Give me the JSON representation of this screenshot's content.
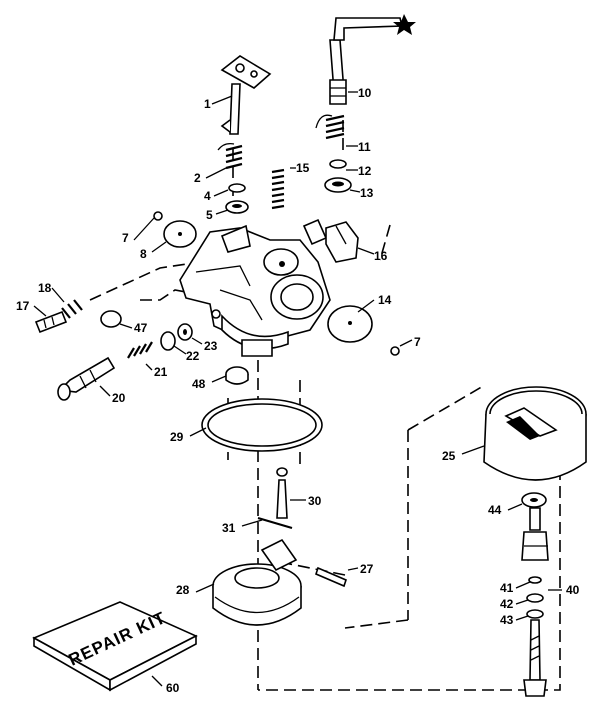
{
  "diagram": {
    "callouts": [
      "1",
      "2",
      "4",
      "5",
      "7",
      "8",
      "10",
      "11",
      "12",
      "13",
      "15",
      "16",
      "14",
      "7",
      "17",
      "18",
      "47",
      "22",
      "23",
      "21",
      "20",
      "48",
      "29",
      "30",
      "31",
      "27",
      "28",
      "25",
      "44",
      "41",
      "42",
      "43",
      "40",
      "60"
    ],
    "repair_kit_label": "REPAIR KIT"
  }
}
